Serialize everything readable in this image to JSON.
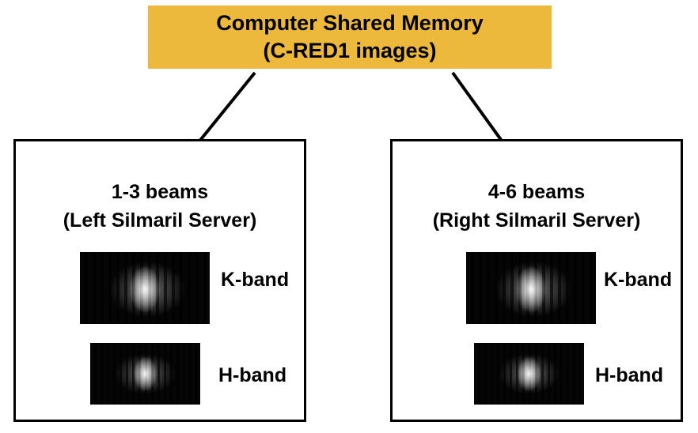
{
  "shared_memory": {
    "line1": "Computer Shared Memory",
    "line2": "(C-RED1 images)",
    "fill_color": "#ECB93C"
  },
  "servers": [
    {
      "title_line1": "1-3 beams",
      "title_line2": "(Left Silmaril Server)",
      "bands": [
        {
          "label": "K-band"
        },
        {
          "label": "H-band"
        }
      ]
    },
    {
      "title_line1": "4-6 beams",
      "title_line2": "(Right Silmaril Server)",
      "bands": [
        {
          "label": "K-band"
        },
        {
          "label": "H-band"
        }
      ]
    }
  ]
}
